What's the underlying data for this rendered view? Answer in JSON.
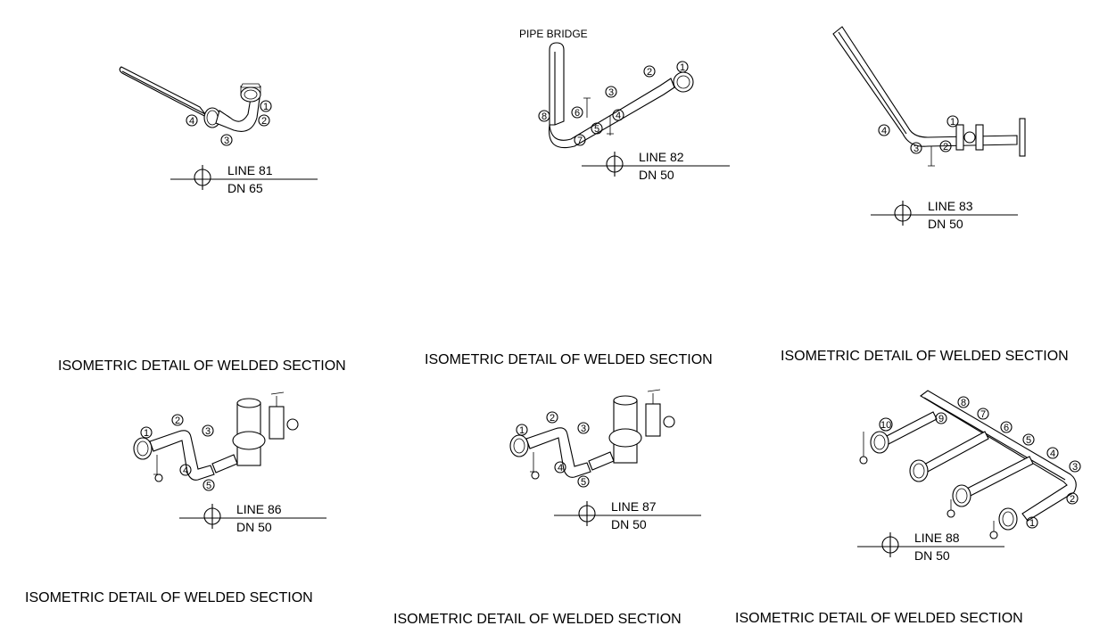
{
  "details": [
    {
      "line": "LINE 81",
      "dn": "DN 65",
      "caption": "ISOMETRIC DETAIL OF WELDED SECTION",
      "markers": [
        "1",
        "2",
        "3",
        "4"
      ]
    },
    {
      "line": "LINE 82",
      "dn": "DN 50",
      "caption": "ISOMETRIC DETAIL OF WELDED SECTION",
      "note": "PIPE BRIDGE",
      "markers": [
        "1",
        "2",
        "3",
        "4",
        "5",
        "6",
        "7",
        "8"
      ]
    },
    {
      "line": "LINE 83",
      "dn": "DN 50",
      "caption": "ISOMETRIC DETAIL OF WELDED SECTION",
      "markers": [
        "1",
        "2",
        "3",
        "4"
      ]
    },
    {
      "line": "LINE 86",
      "dn": "DN 50",
      "caption": "ISOMETRIC DETAIL OF WELDED SECTION",
      "markers": [
        "1",
        "2",
        "3",
        "4",
        "5"
      ]
    },
    {
      "line": "LINE 87",
      "dn": "DN 50",
      "caption": "ISOMETRIC DETAIL OF WELDED SECTION",
      "markers": [
        "1",
        "2",
        "3",
        "4",
        "5"
      ]
    },
    {
      "line": "LINE 88",
      "dn": "DN 50",
      "caption": "ISOMETRIC DETAIL OF WELDED SECTION",
      "markers": [
        "1",
        "2",
        "3",
        "4",
        "5",
        "6",
        "7",
        "8",
        "9",
        "10"
      ]
    }
  ]
}
